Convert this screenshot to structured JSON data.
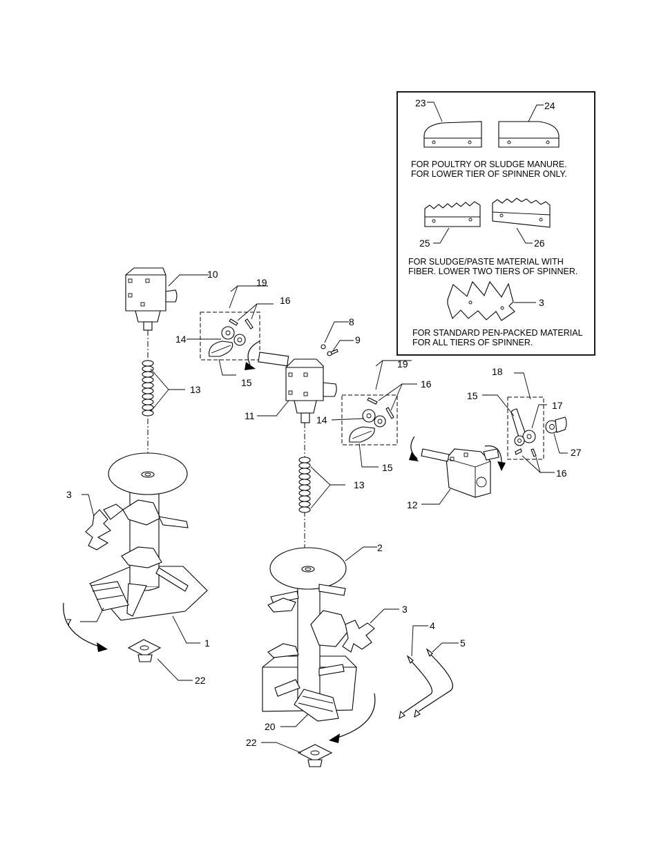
{
  "callouts": {
    "c1": "1",
    "c2": "2",
    "c3a": "3",
    "c3b": "3",
    "c3c": "3",
    "c4": "4",
    "c5": "5",
    "c7": "7",
    "c8": "8",
    "c9": "9",
    "c10": "10",
    "c11": "11",
    "c12": "12",
    "c13a": "13",
    "c13b": "13",
    "c14a": "14",
    "c14b": "14",
    "c15a": "15",
    "c15b": "15",
    "c15c": "15",
    "c16a": "16",
    "c16b": "16",
    "c16c": "16",
    "c17": "17",
    "c18": "18",
    "c19a": "19",
    "c19b": "19",
    "c20": "20",
    "c22a": "22",
    "c22b": "22",
    "c23": "23",
    "c24": "24",
    "c25": "25",
    "c26": "26",
    "c27": "27"
  },
  "inset": {
    "note1_line1": "FOR POULTRY OR SLUDGE MANURE.",
    "note1_line2": "FOR LOWER TIER OF SPINNER ONLY.",
    "note2_line1": "FOR SLUDGE/PASTE MATERIAL WITH",
    "note2_line2": "FIBER. LOWER TWO TIERS OF SPINNER.",
    "note3_line1": "FOR STANDARD PEN-PACKED MATERIAL",
    "note3_line2": "FOR ALL TIERS OF SPINNER."
  }
}
